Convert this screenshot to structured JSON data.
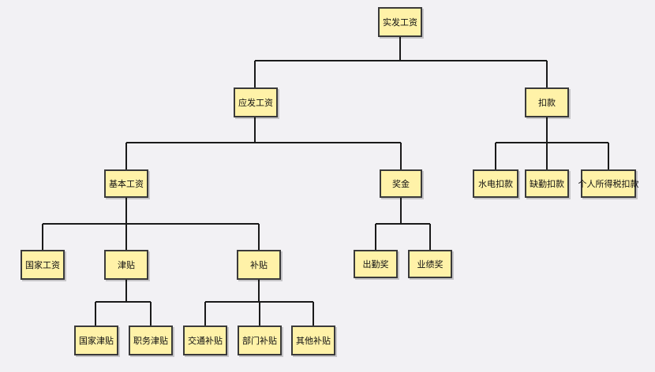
{
  "nodes": {
    "root": "实发工资",
    "gross": "应发工资",
    "deduction": "扣款",
    "base": "基本工资",
    "bonus": "奖金",
    "water": "水电扣款",
    "absence": "缺勤扣款",
    "tax": "个人所得税扣款",
    "national": "国家工资",
    "allowance": "津贴",
    "subsidy": "补贴",
    "attendance": "出勤奖",
    "performance": "业绩奖",
    "national_allow": "国家津贴",
    "duty_allow": "职务津贴",
    "traffic": "交通补贴",
    "dept": "部门补贴",
    "other": "其他补贴"
  },
  "colors": {
    "node_fill": "#fff2a8",
    "node_border": "#3a3a3a",
    "line": "#1a1a1a",
    "background": "#f2f1f4"
  }
}
